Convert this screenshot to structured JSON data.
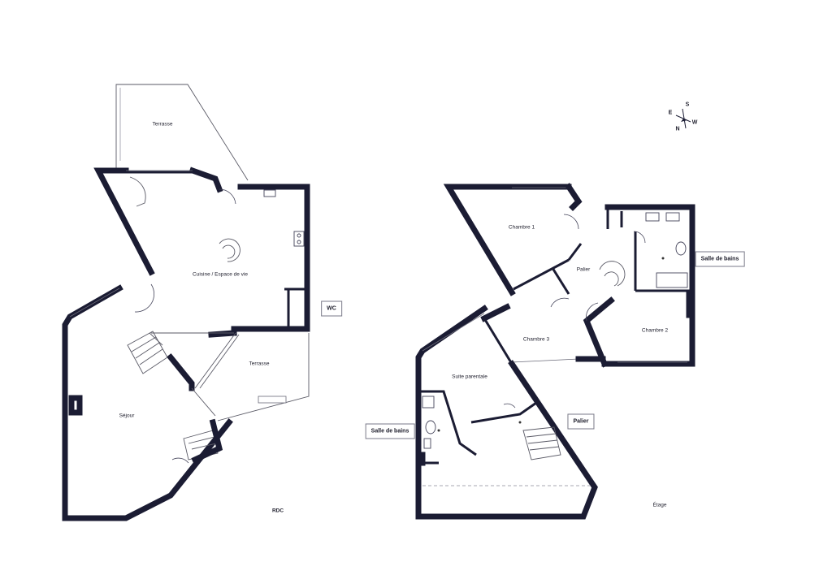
{
  "rooms": {
    "terrasse_top": "Terrasse",
    "cuisine": "Cuisine / Espace de vie",
    "terrasse_mid": "Terrasse",
    "sejour": "Séjour",
    "chambre1": "Chambre 1",
    "palier1": "Palier",
    "chambre3": "Chambre 3",
    "chambre2": "Chambre 2",
    "suite": "Suite parentale"
  },
  "callouts": {
    "wc": "WC",
    "salle_bains_1": "Salle de bains",
    "salle_bains_2": "Salle de bains",
    "palier2": "Palier"
  },
  "levels": {
    "ground": "RDC",
    "upper": "Étage"
  },
  "compass": {
    "n": "N",
    "s": "S",
    "e": "E",
    "w": "W"
  }
}
